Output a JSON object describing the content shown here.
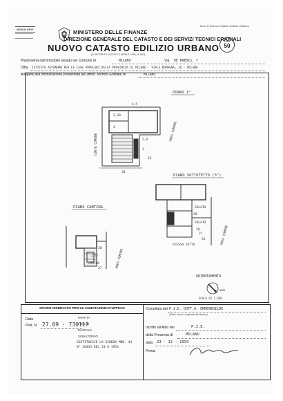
{
  "header": {
    "corner_stamp_text": "MODULARIO",
    "top_right_note": "Mod. B (Nuovo Catasto Edilizio Urbano)",
    "ministry": "MINISTERO DELLE FINANZE",
    "directorate": "DIREZIONE GENERALE DEL CATASTO E DEI SERVIZI TECNICI ERARIALI",
    "title": "NUOVO CATASTO EDILIZIO URBANO",
    "lire_label": "Lire",
    "lire_value": "50",
    "subtitle_note": "(R. DECRETO-LEGGE 13 APRILE 1939, N. 652)"
  },
  "form_fields": {
    "planimetria_label": "Planimetria dell'immobile situato nel Comune di",
    "comune_value": "MILANO",
    "via_label": "Via",
    "via_value": "DE PREDIS, 7",
    "ditta_label": "Ditta",
    "ditta_value": "ISTITUTO AUTONOMO PER LE CASE POPOLARI DELLA PROVINCIA di MILANO - VIALE ROMAGNA, 26 - MILANO",
    "allegata_label": "Allegata alla dichiarazione presentata all'Ufficio Tecnico Erariale di",
    "allegata_value": "MILANO"
  },
  "plans": {
    "piano_1": "PIANO 1°",
    "piano_sottotetto": "PIANO SOTTOTETTO (5°)",
    "piano_cantina": "PIANO CANTINA",
    "area_comune": "AREA COMUNE",
    "corte_comune": "CORTE COMUNE",
    "dims_p1": [
      "4,5",
      "2,30",
      "4",
      "2,9",
      "3",
      "30",
      "25"
    ],
    "solaio": "SOLAIO",
    "stessa_ditta": "STESSA DITTA",
    "dims_sottotetto": [
      "28",
      "28",
      "27",
      "26"
    ],
    "cantina": "CANTINA",
    "dims_cantina": [
      "38",
      "2,50",
      "27"
    ]
  },
  "orientation": {
    "label": "ORIENTAMENTO",
    "nord": "NORD",
    "scale": "SCALA DI 1:200"
  },
  "footer_left": {
    "header": "SPAZIO RISERVATO PER LE ANNOTAZIONI D'UFFICIO",
    "data_label": "Data",
    "prot_label": "Prot. N.",
    "prot_value": "27.09 · 730117",
    "side_labels": [
      "PARTITA",
      "FOGLIO",
      "MAPPALE",
      "SUBALTERNO"
    ],
    "note_line1": "SOSTITUISCE LA SCHEDA MOD. 44",
    "note_line2": "N° 20433 DEL 24·6·1953"
  },
  "footer_right": {
    "compilata_label": "Compilata dal",
    "compilata_value": "P.I.E. DOTT.A. ERMENEGILDE",
    "compilata_note": "(Titolo, nome e cognome del tecnico)",
    "iscritto_label": "Iscritto all'Albo dei",
    "iscritto_value": "P.I.E.",
    "provincia_label": "della Provincia di",
    "provincia_value": "MILANO",
    "data_label": "data",
    "data_value": "23 · 12 · 1993",
    "firma_label": "Firma:"
  }
}
